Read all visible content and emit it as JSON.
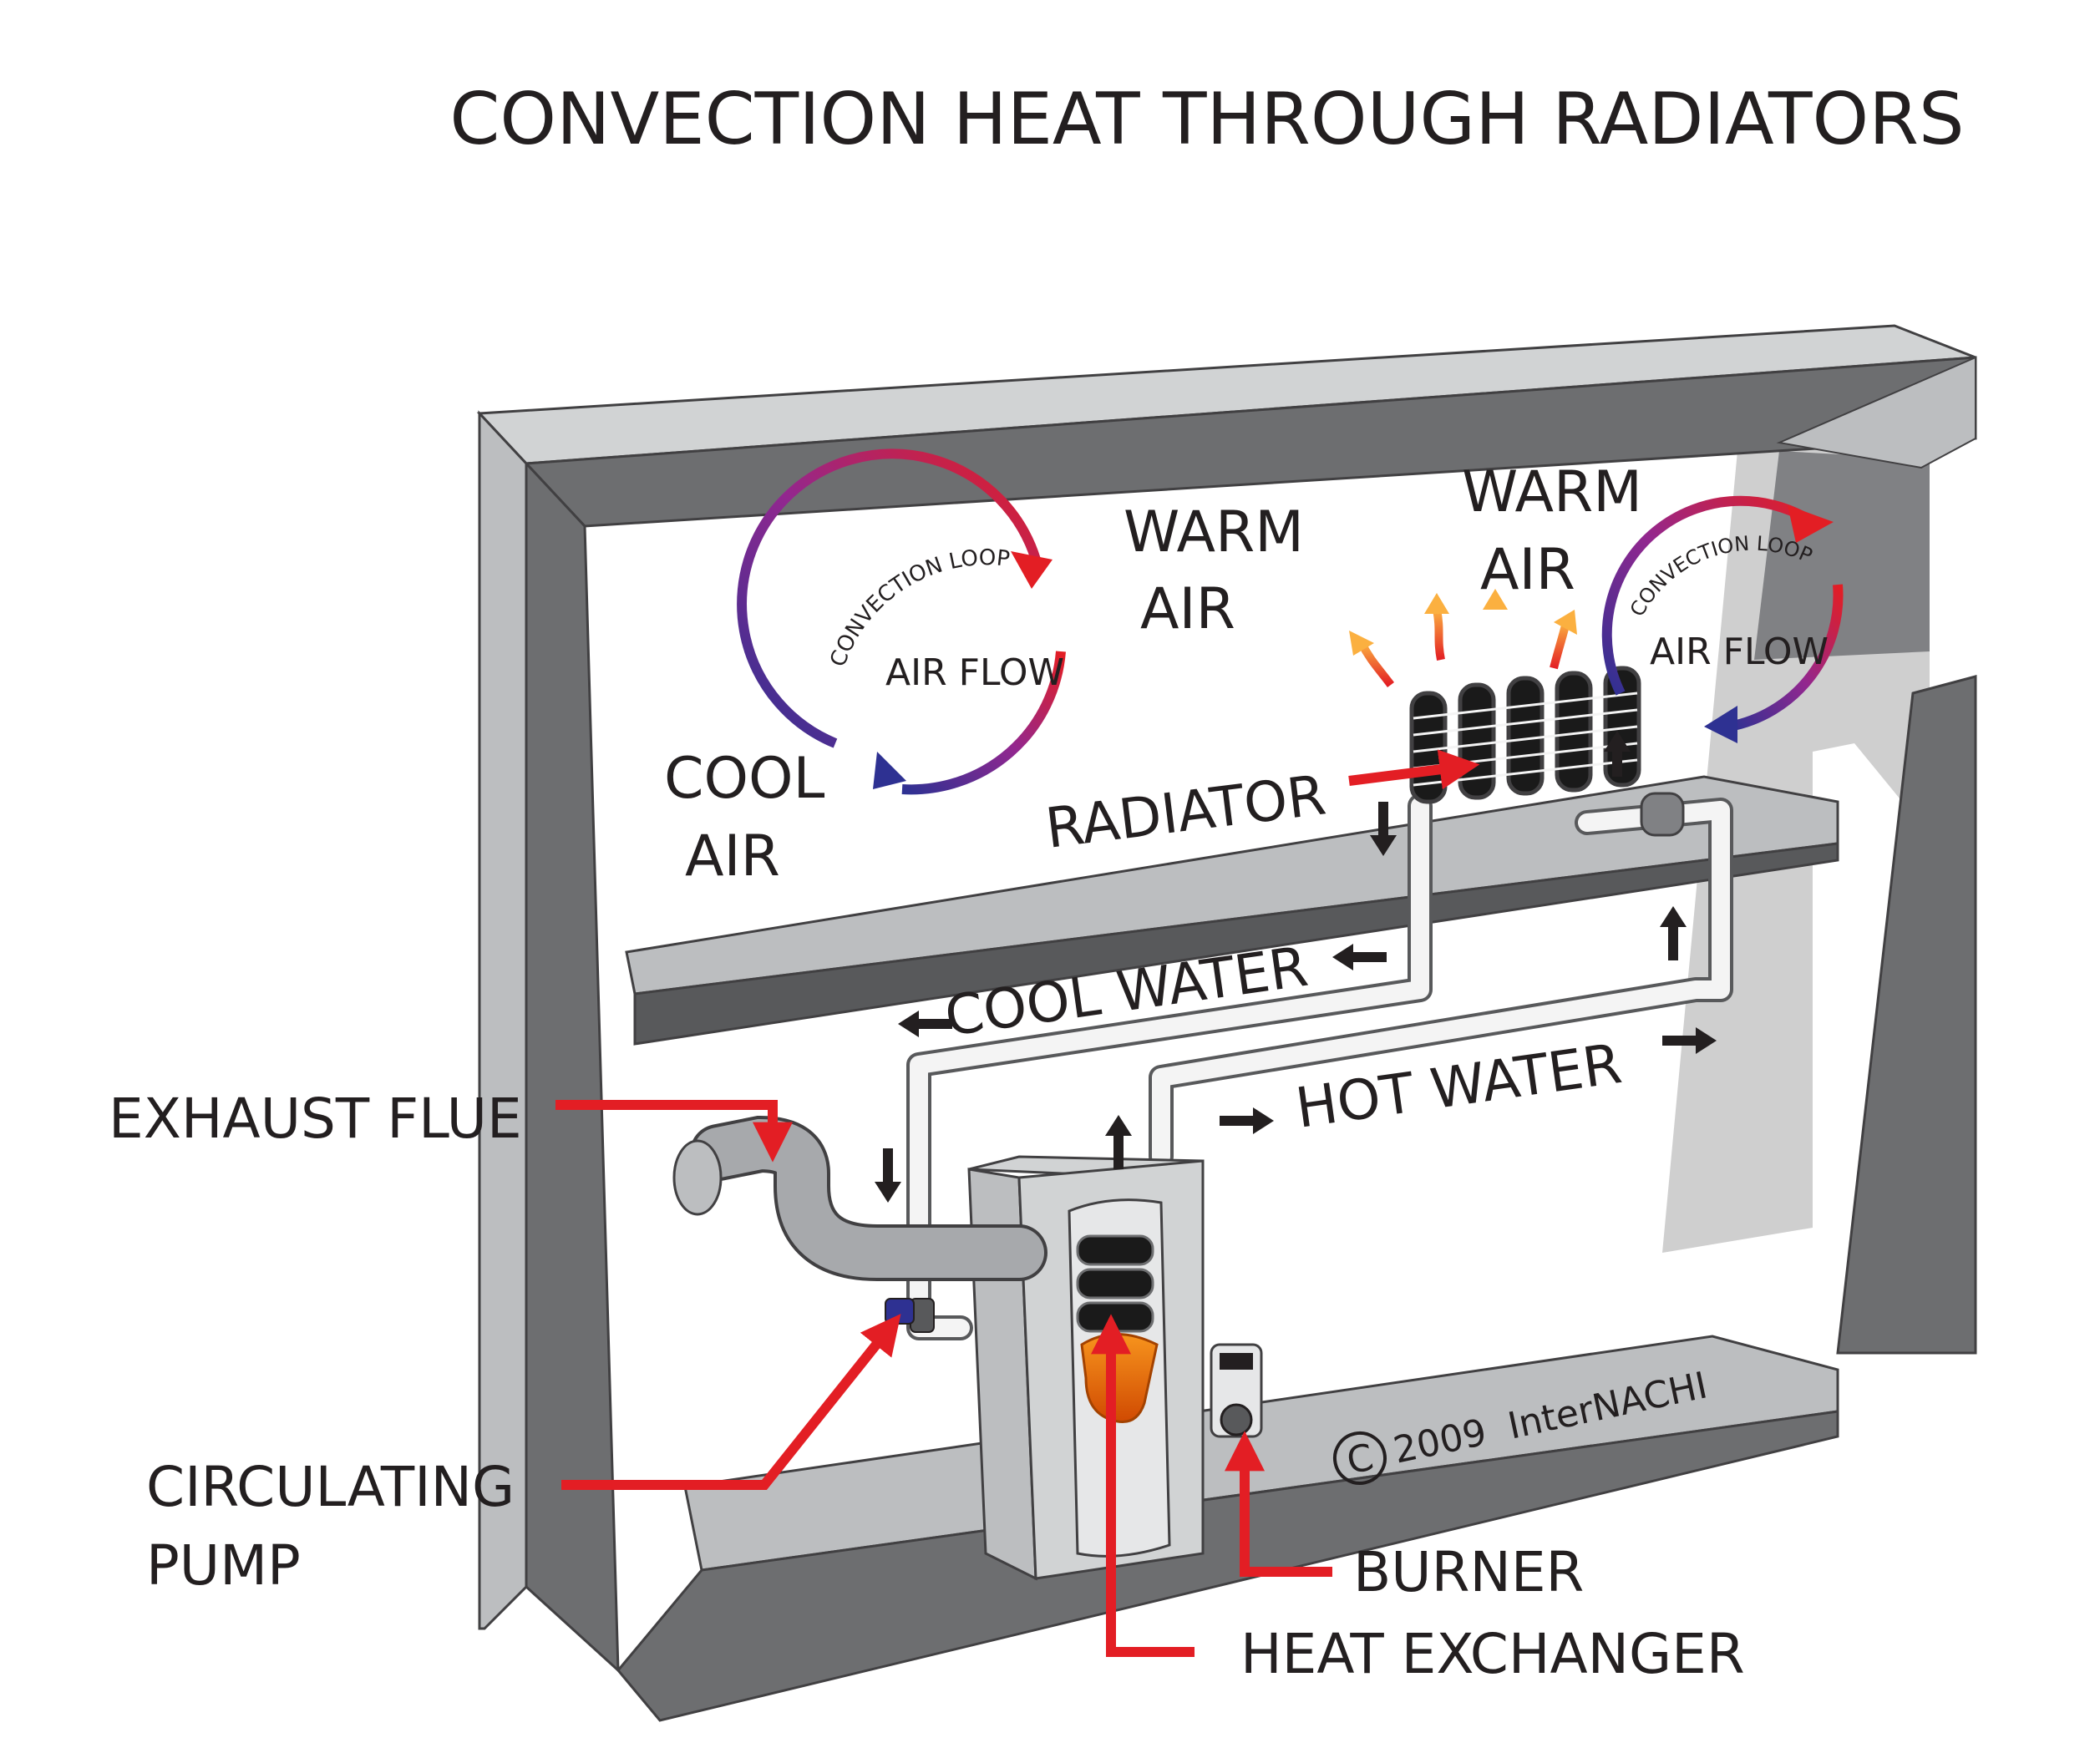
{
  "title": "CONVECTION HEAT THROUGH RADIATORS",
  "labels": {
    "warm_air_1_line1": "WARM",
    "warm_air_1_line2": "AIR",
    "warm_air_2_line1": "WARM",
    "warm_air_2_line2": "AIR",
    "cool_air_line1": "COOL",
    "cool_air_line2": "AIR",
    "radiator": "RADIATOR",
    "cool_water": "COOL WATER",
    "hot_water": "HOT WATER",
    "exhaust_flue": "EXHAUST FLUE",
    "circulating_pump_line1": "CIRCULATING",
    "circulating_pump_line2": "PUMP",
    "burner": "BURNER",
    "heat_exchanger": "HEAT EXCHANGER",
    "copyright": "2009  InterNACHI",
    "copyright_symbol": "C"
  },
  "convection_loops": [
    {
      "arc_label": "CONVECTION LOOP",
      "center_label": "AIR FLOW"
    },
    {
      "arc_label": "CONVECTION LOOP",
      "center_label": "AIR FLOW"
    }
  ],
  "colors": {
    "callout_red": "#e31e24",
    "loop_warm": "#e31e24",
    "loop_cool": "#2e3192",
    "wall_front": "#6d6e70",
    "wall_inner": "#cfcfcf",
    "pipe": "#f4f4f4",
    "text": "#231f20"
  },
  "icons": {
    "flow_arrow": "black-arrow-icon",
    "heat_arrow": "orange-heat-arrow-icon",
    "copyright": "copyright-icon"
  }
}
